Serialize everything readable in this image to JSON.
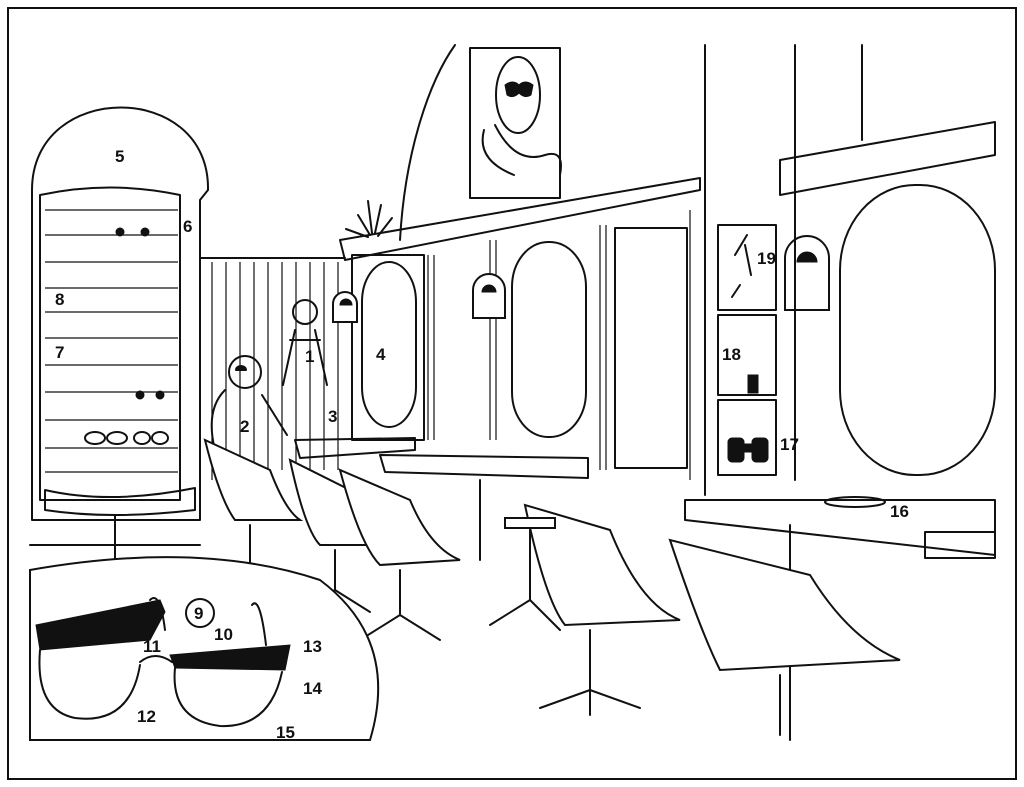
{
  "figure": {
    "callouts": [
      {
        "id": "1",
        "text": "1"
      },
      {
        "id": "2",
        "text": "2"
      },
      {
        "id": "3",
        "text": "3"
      },
      {
        "id": "4",
        "text": "4"
      },
      {
        "id": "5",
        "text": "5"
      },
      {
        "id": "6",
        "text": "6"
      },
      {
        "id": "7",
        "text": "7"
      },
      {
        "id": "8",
        "text": "8"
      },
      {
        "id": "9",
        "text": "9"
      },
      {
        "id": "10",
        "text": "10"
      },
      {
        "id": "11",
        "text": "11"
      },
      {
        "id": "12",
        "text": "12"
      },
      {
        "id": "13",
        "text": "13"
      },
      {
        "id": "14",
        "text": "14"
      },
      {
        "id": "15",
        "text": "15"
      },
      {
        "id": "16",
        "text": "16"
      },
      {
        "id": "17",
        "text": "17"
      },
      {
        "id": "18",
        "text": "18"
      },
      {
        "id": "19",
        "text": "19"
      }
    ]
  }
}
